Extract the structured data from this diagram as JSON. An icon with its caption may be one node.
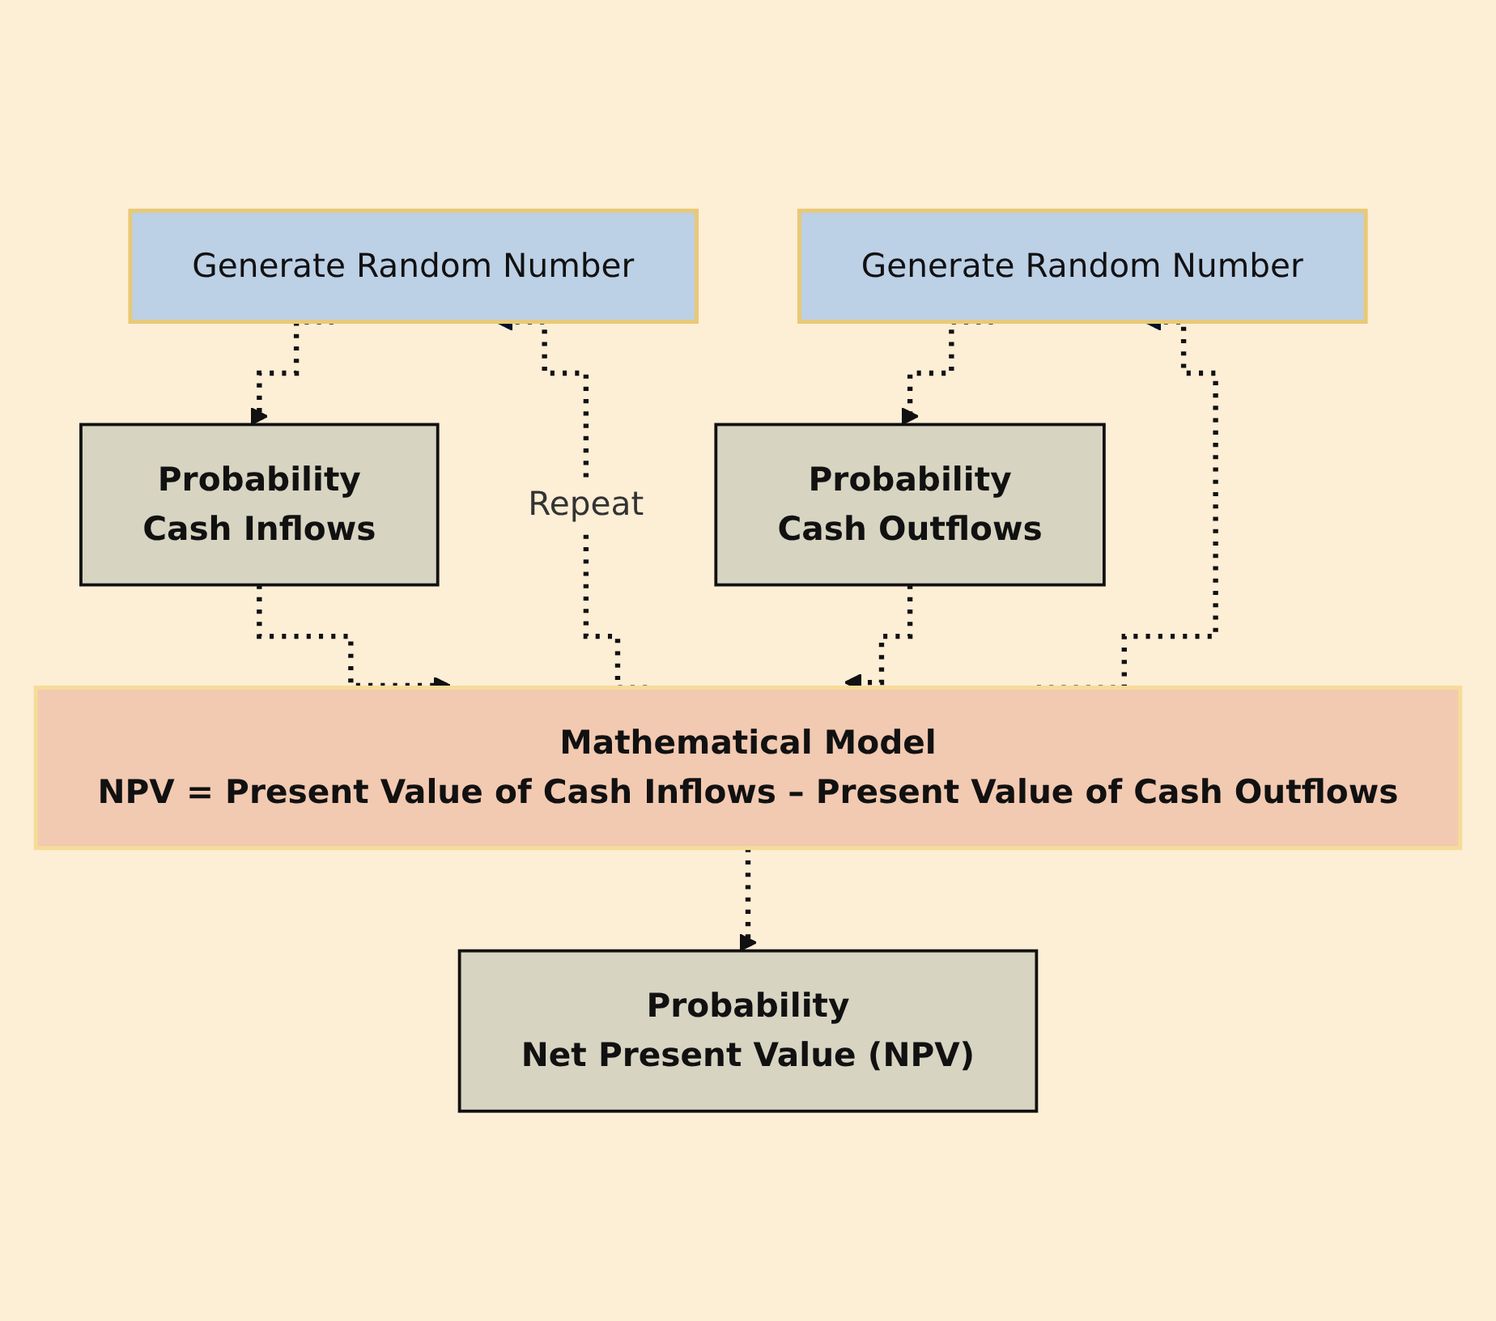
{
  "diagram": {
    "nodes": [
      {
        "text": [
          "Generate Random Number"
        ]
      },
      {
        "text": [
          "Generate Random Number"
        ]
      },
      {
        "text": [
          "Probability",
          "Cash Inflows"
        ]
      },
      {
        "text": [
          "Probability",
          "Cash Outflows"
        ]
      },
      {
        "text": [
          "Mathematical Model",
          "NPV = Present Value of Cash Inflows – Present Value of Cash Outflows"
        ]
      },
      {
        "text": [
          "Probability",
          "Net Present Value (NPV)"
        ]
      }
    ],
    "edges": [
      {
        "from": 0,
        "to": 2,
        "arrow": "to",
        "style": "dashed"
      },
      {
        "from": 1,
        "to": 3,
        "arrow": "to",
        "style": "dashed"
      },
      {
        "from": 2,
        "to": 4,
        "arrow": "to",
        "style": "dashed"
      },
      {
        "from": 3,
        "to": 4,
        "arrow": "to",
        "style": "dashed"
      },
      {
        "from": 4,
        "to": 5,
        "arrow": "to",
        "style": "dashed"
      },
      {
        "from": 4,
        "to": 0,
        "arrow": "to",
        "style": "dashed",
        "label": "Repeat"
      },
      {
        "from": 4,
        "to": 1,
        "arrow": "to",
        "style": "dashed"
      }
    ]
  }
}
